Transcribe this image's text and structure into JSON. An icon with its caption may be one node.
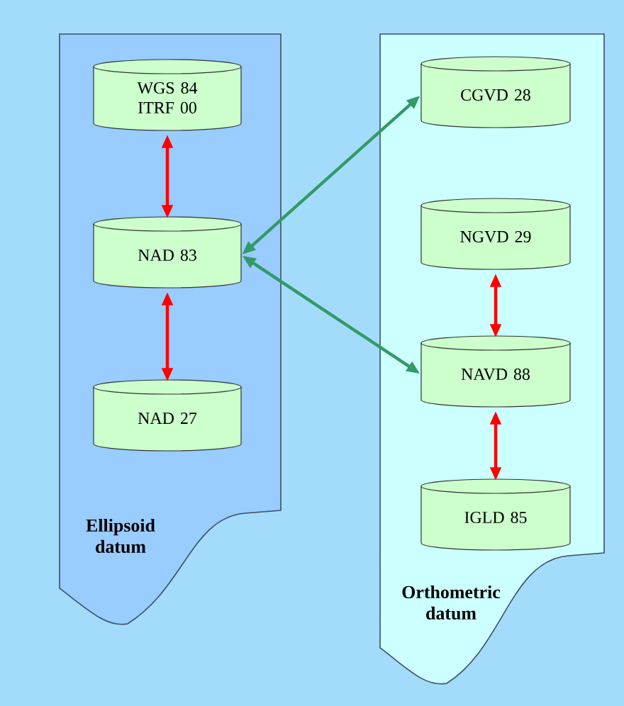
{
  "diagram": {
    "nodes": [
      {
        "text": [
          "Ellipsoid datum"
        ]
      },
      {
        "text": [
          "WGS 84 ITRF 00"
        ],
        "in": 0
      },
      {
        "text": [
          "NAD 83"
        ],
        "in": 0
      },
      {
        "text": [
          "NAD 27"
        ],
        "in": 0
      },
      {
        "text": [
          "Orthometric datum"
        ]
      },
      {
        "text": [
          "CGVD 28"
        ],
        "in": 4
      },
      {
        "text": [
          "NGVD 29"
        ],
        "in": 4
      },
      {
        "text": [
          "NAVD 88"
        ],
        "in": 4
      },
      {
        "text": [
          "IGLD 85"
        ],
        "in": 4
      }
    ],
    "edges": [
      {
        "from": 1,
        "to": 2,
        "arrow": "both"
      },
      {
        "from": 2,
        "to": 3,
        "arrow": "both"
      },
      {
        "from": 2,
        "to": 5,
        "arrow": "both",
        "color": "#339966"
      },
      {
        "from": 2,
        "to": 7,
        "arrow": "both",
        "color": "#339966"
      },
      {
        "from": 6,
        "to": 7,
        "arrow": "both"
      },
      {
        "from": 7,
        "to": 8,
        "arrow": "both"
      }
    ]
  }
}
